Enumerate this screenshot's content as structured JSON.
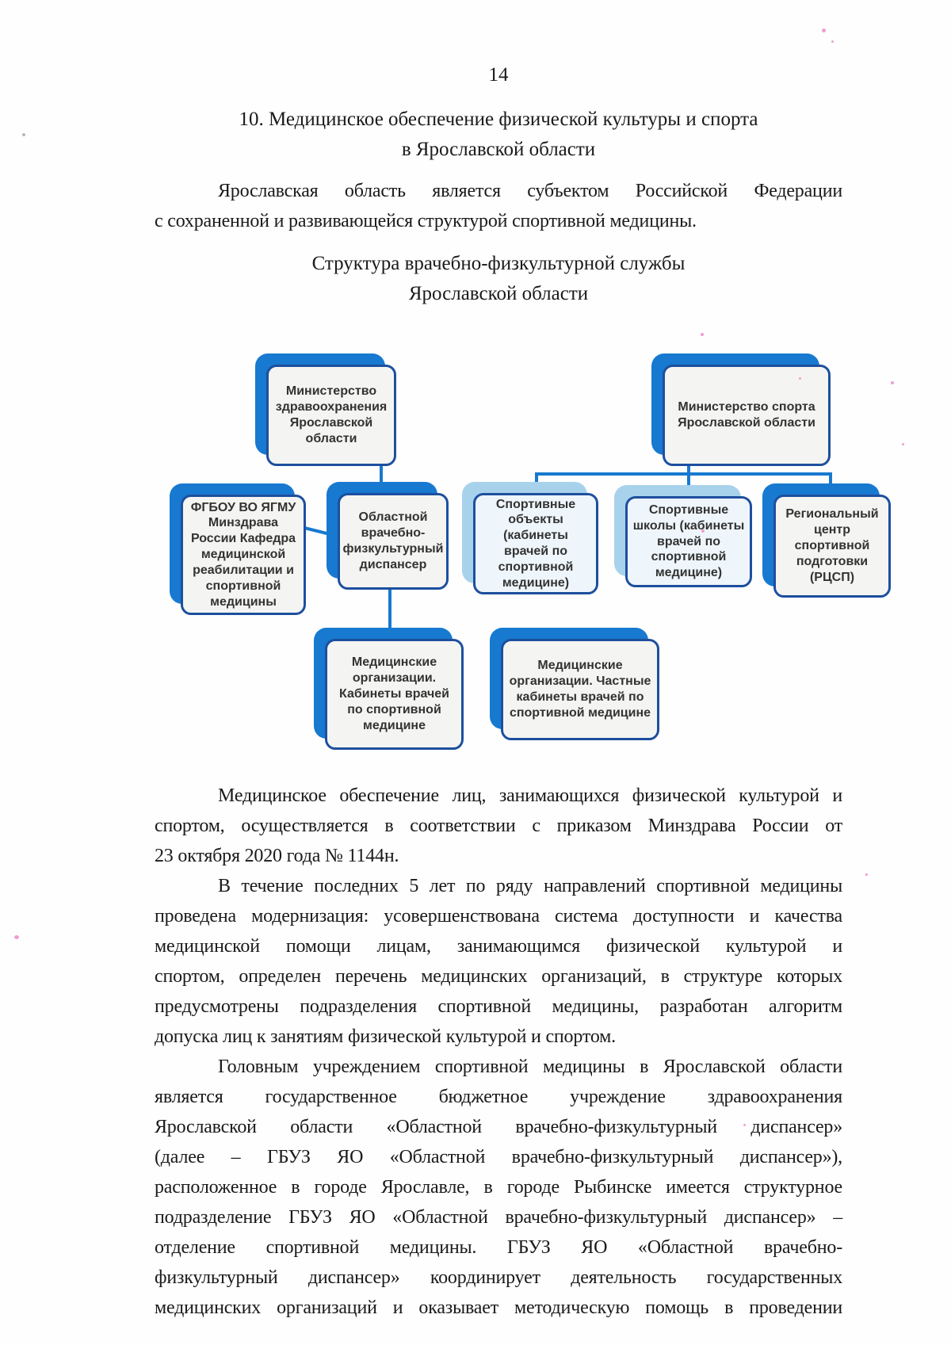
{
  "page": {
    "number": "14"
  },
  "heading": {
    "line1": "10. Медицинское обеспечение физической культуры и спорта",
    "line2": "в Ярославской области"
  },
  "intro": {
    "lines": [
      "Ярославская область является субъектом Российской Федерации",
      "с сохраненной и развивающейся структурой спортивной медицины."
    ]
  },
  "diagram": {
    "title": {
      "line1": "Структура врачебно-физкультурной службы",
      "line2": "Ярославской области"
    },
    "boxes": {
      "minzdrav": "Министерство здравоохранения Ярославской области",
      "minsport": "Министерство спорта Ярославской области",
      "fgbou": "ФГБОУ ВО ЯГМУ Минздрава России Кафедра медицинской реабилитации и спортивной медицины",
      "dispanser": "Областной врачебно-физкультурный диспансер",
      "objekty": "Спортивные объекты (кабинеты врачей по спортивной медицине)",
      "shkoly": "Спортивные школы (кабинеты врачей по спортивной медицине)",
      "rcsp": "Региональный центр спортивной подготовки (РЦСП)",
      "med_gov": "Медицинские организации. Кабинеты врачей по спортивной медицине",
      "med_private": "Медицинские организации. Частные кабинеты врачей по спортивной медицине"
    },
    "colors": {
      "box_blue": "#1779d0",
      "box_light_blue": "#a8d2ec",
      "box_border": "#1d4f9e"
    }
  },
  "paragraphs": [
    {
      "lines": [
        "Медицинское обеспечение лиц, занимающихся физической культурой и",
        "спортом, осуществляется в соответствии с приказом Минздрава России от",
        "23 октября 2020 года № 1144н."
      ]
    },
    {
      "lines": [
        "В течение последних 5 лет по ряду направлений спортивной медицины",
        "проведена модернизация: усовершенствована система доступности и качества",
        "медицинской помощи лицам, занимающимся физической культурой и",
        "спортом, определен перечень медицинских организаций, в структуре которых",
        "предусмотрены подразделения спортивной медицины, разработан алгоритм",
        "допуска лиц к занятиям физической культурой и спортом."
      ]
    },
    {
      "lines": [
        "Головным учреждением спортивной медицины в Ярославской области",
        "является государственное бюджетное учреждение здравоохранения",
        "Ярославской области «Областной врачебно-физкультурный диспансер»",
        "(далее – ГБУЗ ЯО «Областной врачебно-физкультурный диспансер»),",
        "расположенное в городе Ярославле, в городе Рыбинске имеется структурное",
        "подразделение ГБУЗ ЯО «Областной врачебно-физкультурный диспансер» –",
        "отделение спортивной медицины. ГБУЗ ЯО «Областной врачебно-",
        "физкультурный диспансер» координирует деятельность государственных",
        "медицинских организаций и оказывает методическую помощь в проведении"
      ]
    }
  ]
}
